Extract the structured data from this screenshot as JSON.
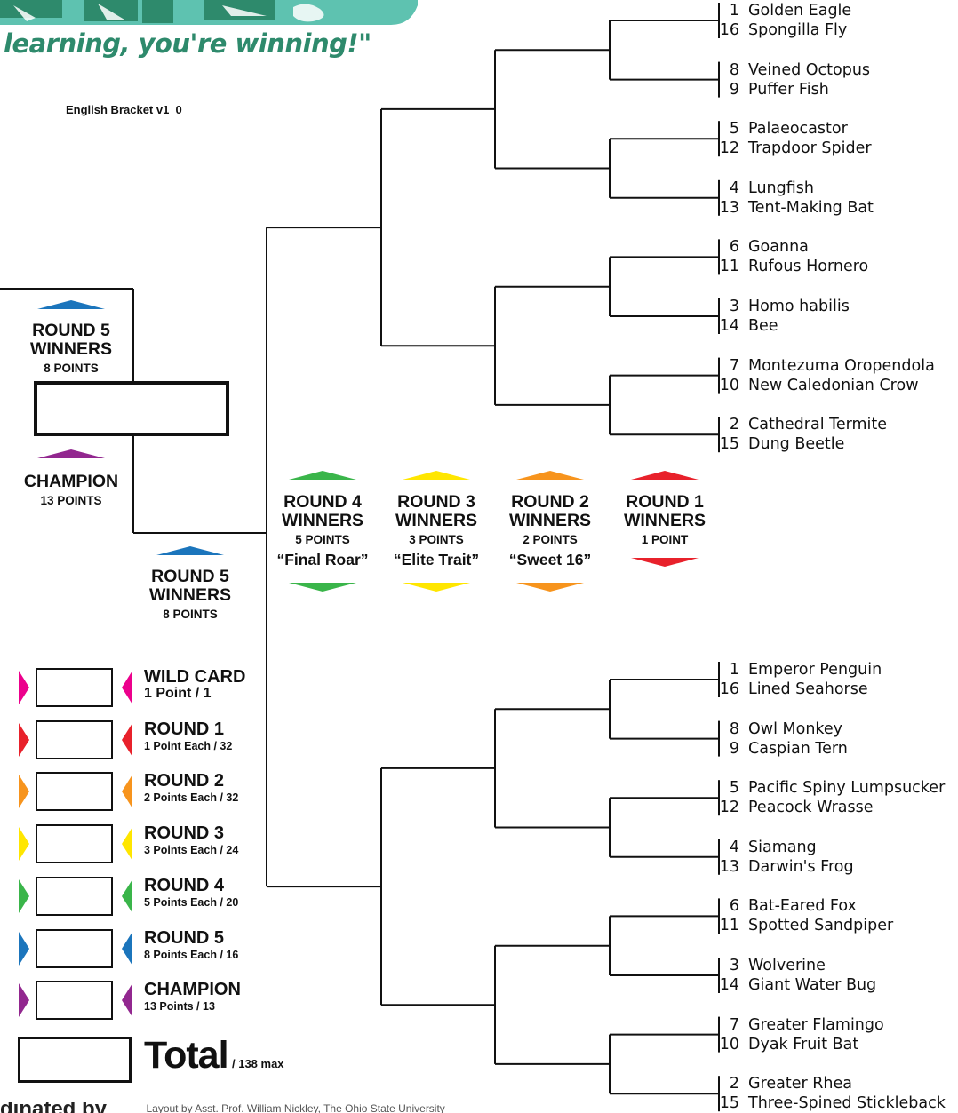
{
  "header": {
    "tagline": "learning, you're winning!\"",
    "bracket_version": "English Bracket v1_0"
  },
  "colors": {
    "round1": "#e8212b",
    "round2": "#f7941d",
    "round3": "#ffe600",
    "round4": "#3ab54a",
    "round5": "#1b75bc",
    "champion": "#92278f",
    "wildcard": "#ec008c",
    "logo_green": "#2e8a6c",
    "logo_teal": "#5ec2b0"
  },
  "top_region": [
    {
      "seed": "1",
      "name": "Golden Eagle"
    },
    {
      "seed": "16",
      "name": "Spongilla Fly"
    },
    {
      "seed": "8",
      "name": "Veined Octopus"
    },
    {
      "seed": "9",
      "name": "Puffer Fish"
    },
    {
      "seed": "5",
      "name": "Palaeocastor"
    },
    {
      "seed": "12",
      "name": "Trapdoor Spider"
    },
    {
      "seed": "4",
      "name": "Lungfish"
    },
    {
      "seed": "13",
      "name": "Tent-Making Bat"
    },
    {
      "seed": "6",
      "name": "Goanna"
    },
    {
      "seed": "11",
      "name": "Rufous Hornero"
    },
    {
      "seed": "3",
      "name": "Homo habilis"
    },
    {
      "seed": "14",
      "name": "Bee"
    },
    {
      "seed": "7",
      "name": "Montezuma Oropendola"
    },
    {
      "seed": "10",
      "name": "New Caledonian Crow"
    },
    {
      "seed": "2",
      "name": "Cathedral Termite"
    },
    {
      "seed": "15",
      "name": "Dung Beetle"
    }
  ],
  "bottom_region": [
    {
      "seed": "1",
      "name": "Emperor Penguin"
    },
    {
      "seed": "16",
      "name": "Lined Seahorse"
    },
    {
      "seed": "8",
      "name": "Owl Monkey"
    },
    {
      "seed": "9",
      "name": "Caspian Tern"
    },
    {
      "seed": "5",
      "name": "Pacific Spiny Lumpsucker"
    },
    {
      "seed": "12",
      "name": "Peacock Wrasse"
    },
    {
      "seed": "4",
      "name": "Siamang"
    },
    {
      "seed": "13",
      "name": "Darwin's Frog"
    },
    {
      "seed": "6",
      "name": "Bat-Eared Fox"
    },
    {
      "seed": "11",
      "name": "Spotted Sandpiper"
    },
    {
      "seed": "3",
      "name": "Wolverine"
    },
    {
      "seed": "14",
      "name": "Giant Water Bug"
    },
    {
      "seed": "7",
      "name": "Greater Flamingo"
    },
    {
      "seed": "10",
      "name": "Dyak Fruit Bat"
    },
    {
      "seed": "2",
      "name": "Greater Rhea"
    },
    {
      "seed": "15",
      "name": "Three-Spined Stickleback"
    }
  ],
  "round_headers": [
    {
      "title1": "ROUND 4",
      "title2": "WINNERS",
      "points": "5 POINTS",
      "nickname": "“Final Roar”"
    },
    {
      "title1": "ROUND 3",
      "title2": "WINNERS",
      "points": "3 POINTS",
      "nickname": "“Elite Trait”"
    },
    {
      "title1": "ROUND 2",
      "title2": "WINNERS",
      "points": "2 POINTS",
      "nickname": "“Sweet 16”"
    },
    {
      "title1": "ROUND 1",
      "title2": "WINNERS",
      "points": "1 POINT",
      "nickname": ""
    }
  ],
  "round5_top": {
    "title1": "ROUND 5",
    "title2": "WINNERS",
    "points": "8 POINTS"
  },
  "round5_bottom": {
    "title1": "ROUND 5",
    "title2": "WINNERS",
    "points": "8 POINTS"
  },
  "champion_header": {
    "title": "CHAMPION",
    "points": "13 POINTS"
  },
  "scoring": [
    {
      "label": "WILD CARD",
      "sub": "1 Point / 1"
    },
    {
      "label": "ROUND 1",
      "sub": "1 Point Each / 32"
    },
    {
      "label": "ROUND 2",
      "sub": "2 Points Each / 32"
    },
    {
      "label": "ROUND 3",
      "sub": "3 Points Each / 24"
    },
    {
      "label": "ROUND 4",
      "sub": "5 Points Each / 20"
    },
    {
      "label": "ROUND 5",
      "sub": "8 Points Each / 16"
    },
    {
      "label": "CHAMPION",
      "sub": "13 Points / 13"
    }
  ],
  "total": {
    "label": "Total",
    "max": "/ 138 max"
  },
  "footer": {
    "left": "dinated by",
    "credit": "Layout by Asst. Prof. William Nickley, The Ohio State University"
  }
}
